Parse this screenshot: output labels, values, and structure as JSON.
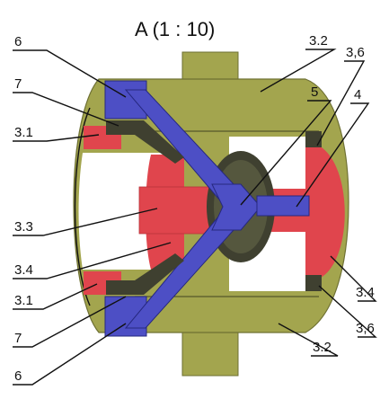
{
  "title": "A  (1 : 10)",
  "colors": {
    "housing": "#a3a54e",
    "body": "#e0454d",
    "link": "#4d4fc5",
    "dark": "#3f4030",
    "cutout": "#ffffff"
  },
  "labels": {
    "l6_top": "6",
    "l7_top": "7",
    "l31_top": "3.1",
    "l33": "3.3",
    "l34_left": "3.4",
    "l31_bottom": "3.1",
    "l7_bottom": "7",
    "l6_bottom": "6",
    "l32_top": "3.2",
    "l36_top": "3,6",
    "l5": "5",
    "l4": "4",
    "l34_right": "3.4",
    "l36_bottom": "3,6",
    "l32_bottom": "3.2"
  }
}
